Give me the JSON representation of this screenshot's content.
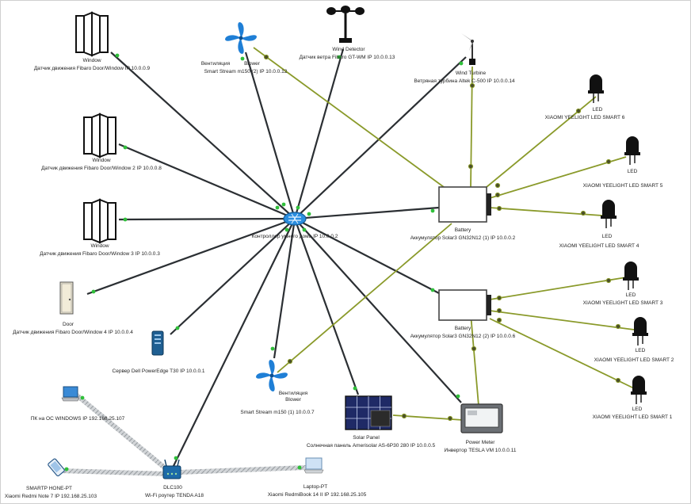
{
  "nodes": {
    "window1": {
      "name": "Window",
      "desc": "Датчик движения Fibaro Door/Window IP 10.0.0.9"
    },
    "window2": {
      "name": "Window",
      "desc": "Датчик движения Fibaro Door/Window 2 IP 10.0.0.8"
    },
    "window3": {
      "name": "Window",
      "desc": "Датчик движения Fibaro Door/Window 3 IP 10.0.0.3"
    },
    "door": {
      "name": "Door",
      "desc": "Датчик движения Fibaro Door/Window 4 IP 10.0.0.4"
    },
    "server": {
      "desc": "Сервер Dell PowerEdge T30 IP 10.0.0.1"
    },
    "pc": {
      "desc": "ПК на ОС WINDOWS IP 192.168.25.107"
    },
    "smartphone": {
      "name": "SMARTP HONE-PT",
      "desc": "Xiaomi Redmi Note 7 IP 192.168.25.103"
    },
    "router": {
      "name": "DLC100",
      "desc": "Wi-Fi роутер TENDA A18"
    },
    "laptop": {
      "name": "Laptop-PT",
      "desc": "Xiaomi RedmiBook 14 II IP 192.168.25.105"
    },
    "blower_top": {
      "name": "Blower",
      "subname": "Вентиляция",
      "desc": "Smart Stream m150 (2) IP 10.0.0.12"
    },
    "blower_bottom": {
      "name": "Blower",
      "subname": "Вентиляция",
      "desc": "Smart Stream m150 (1) 10.0.0.7"
    },
    "wind_detector": {
      "name": "Wind Detector",
      "desc": "Датчик ветра Fibaro GT-WM IP 10.0.0.13"
    },
    "wind_turbine": {
      "name": "Wind Turbine",
      "desc": "Ветряная турбина Altek C-500 IP 10.0.0.14"
    },
    "hub": {
      "desc": "Контроллер умного дома IP 10.0.0.2"
    },
    "battery_top": {
      "name": "Battery",
      "desc": "Аккумулятор Solar3 GN32N12 (1) IP 10.0.0.2"
    },
    "battery_bottom": {
      "name": "Battery",
      "desc": "Аккумулятор Solar3 GN32N12 (2) IP 10.0.0.6"
    },
    "solar_panel": {
      "name": "Solar Panel",
      "desc": "Солнечная панель Amerisolar AS-6P30 280 IP 10.0.0.5"
    },
    "power_meter": {
      "name": "Power Meter",
      "desc": "Инвертор TESLA VM 10.0.0.11"
    },
    "led6": {
      "name": "LED",
      "desc": "XIAOMI YEELIGHT LED SMART 6"
    },
    "led5": {
      "name": "LED",
      "desc": "XIAOMI YEELIGHT LED SMART 5"
    },
    "led4": {
      "name": "LED",
      "desc": "XIAOMI YEELIGHT LED SMART 4"
    },
    "led3": {
      "name": "LED",
      "desc": "XIAOMI YEELIGHT LED SMART 3"
    },
    "led2": {
      "name": "LED",
      "desc": "XIAOMI YEELIGHT LED SMART 2"
    },
    "led1": {
      "name": "LED",
      "desc": "XIAOMI YEELIGHT LED SMART 1"
    }
  },
  "colors": {
    "link_dark": "#2b2f33",
    "link_power": "#8a9a2a",
    "link_wireless": "#bfc3c7",
    "port_green": "#2fbf3a",
    "blower_blue": "#1f7fd6",
    "hub_blue": "#2a8ee0"
  }
}
